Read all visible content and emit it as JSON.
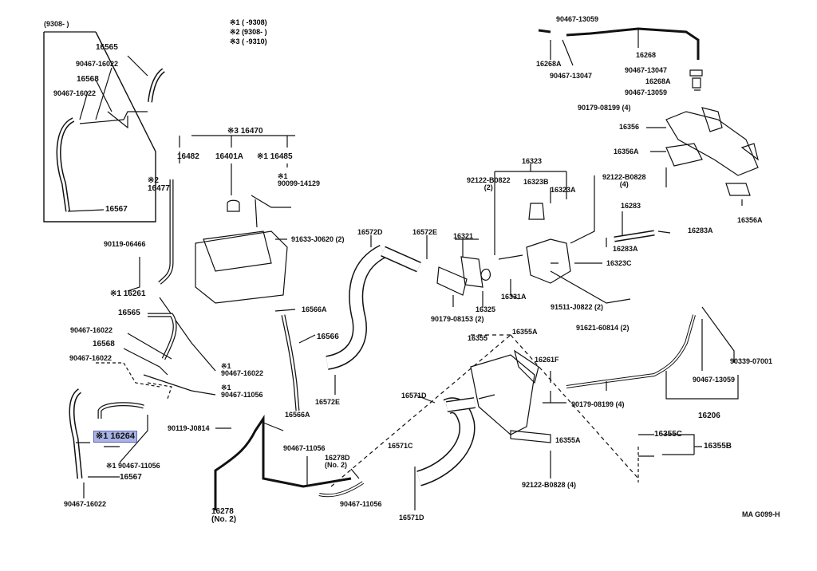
{
  "inset_title": "(9308-        )",
  "legend": [
    {
      "mark": "※1",
      "text": "(        -9308)"
    },
    {
      "mark": "※2",
      "text": "(9308-        )"
    },
    {
      "mark": "※3",
      "text": "(        -9310)"
    }
  ],
  "labels": {
    "l16565a": "16565",
    "l90467_16022a": "90467-16022",
    "l16568a": "16568",
    "l90467_16022b": "90467-16022",
    "l16567a": "16567",
    "l16470": "※3 16470",
    "l16482": "16482",
    "l16401A": "16401A",
    "l16485": "※1 16485",
    "l16477": "※2\n16477",
    "l90099": "※1\n90099-14129",
    "l91633": "91633-J0620 (2)",
    "l90119_06466": "90119-06466",
    "l16261": "※1 16261",
    "l16565b": "16565",
    "l90467_16022c": "90467-16022",
    "l16568b": "16568",
    "l90467_16022d": "90467-16022",
    "l90467_16022e": "※1\n90467-16022",
    "l90467_11056a": "※1\n90467-11056",
    "l16264": "※1 16264",
    "l90467_11056b": "※1 90467-11056",
    "l16567b": "16567",
    "l90467_16022f": "90467-16022",
    "l90119_J0814": "90119-J0814",
    "l16566A_a": "16566A",
    "l16566": "16566",
    "l16566A_b": "16566A",
    "l16278": "16278\n(No. 2)",
    "l90467_11056c": "90467-11056",
    "l16278D": "16278D\n(No. 2)",
    "l90467_11056d": "90467-11056",
    "l16572D": "16572D",
    "l16572E_a": "16572E",
    "l16572E_b": "16572E",
    "l16321": "16321",
    "l90179_08153": "90179-08153 (2)",
    "l16325": "16325",
    "l16331A": "16331A",
    "l16323": "16323",
    "l92122_B0822": "92122-B0822\n(2)",
    "l16323B": "16323B",
    "l16323A": "16323A",
    "l16323C": "16323C",
    "l91511": "91511-J0822 (2)",
    "l16355": "16355",
    "l16355A_a": "16355A",
    "l16261F": "16261F",
    "l16571D": "16571D",
    "l16571C": "16571C",
    "l16571D_b": "16571D",
    "l16355A_b": "16355A",
    "l92122_B0828a": "92122-B0828 (4)",
    "l90179_08199b": "90179-08199 (4)",
    "l91621": "91621-60814 (2)",
    "l16355C": "16355C",
    "l16355B": "16355B",
    "l16206": "16206",
    "l90467_13059c": "90467-13059",
    "l90339": "90339-07001",
    "l90467_13059a": "90467-13059",
    "l16268A_a": "16268A",
    "l90467_13047a": "90467-13047",
    "l16268": "16268",
    "l90467_13047b": "90467-13047",
    "l16268A_b": "16268A",
    "l90467_13059b": "90467-13059",
    "l90179_08199a": "90179-08199 (4)",
    "l16356": "16356",
    "l16356A_a": "16356A",
    "l92122_B0828b": "92122-B0828\n(4)",
    "l16356A_b": "16356A",
    "l16283": "16283",
    "l16283A_a": "16283A",
    "l16283A_b": "16283A",
    "l16401": "16401A",
    "code": "MA G099-H"
  }
}
